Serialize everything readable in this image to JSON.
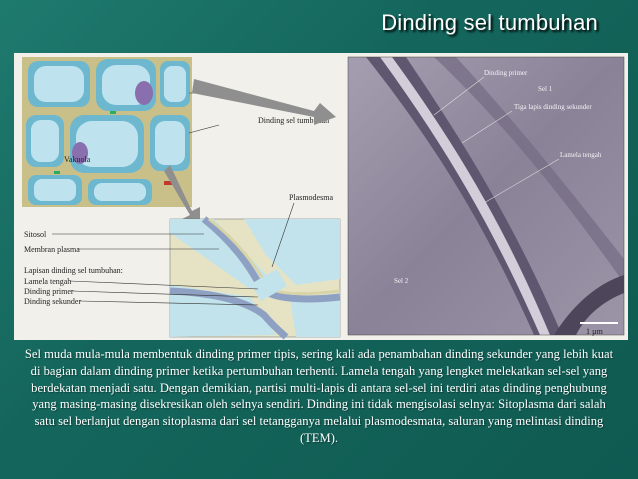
{
  "slide": {
    "title": "Dinding sel tumbuhan"
  },
  "figure": {
    "left_labels": {
      "vakuola": "Vakuola",
      "dinding_sel_tumbuhan": "Dinding sel tumbuhan",
      "plasmodesma": "Plasmodesma",
      "sitosol": "Sitosol",
      "membran_plasma": "Membran plasma",
      "lapisan_header": "Lapisan dinding sel tumbuhan:",
      "lamela_tengah": "Lamela tengah",
      "dinding_primer": "Dinding primer",
      "dinding_sekunder": "Dinding sekunder"
    },
    "micro_labels": {
      "dinding_primer": "Dinding primer",
      "tiga_lapis": "Tiga lapis dinding sekunder",
      "lamela_tengah": "Lamela tengah",
      "sel1": "Sel 1",
      "sel2": "Sel 2",
      "scale": "1 µm"
    }
  },
  "caption": {
    "text": "Sel muda mula-mula membentuk dinding primer tipis, sering kali ada penambahan dinding sekunder yang lebih kuat di bagian dalam dinding primer ketika pertumbuhan terhenti. Lamela tengah yang lengket melekatkan sel-sel yang berdekatan menjadi satu. Dengan demikian, partisi multi-lapis di antara sel-sel ini terdiri atas dinding penghubung yang masing-masing disekresikan oleh selnya sendiri. Dinding ini tidak mengisolasi selnya: Sitoplasma dari salah satu sel berlanjut dengan sitoplasma dari sel tetangganya melalui plasmodesmata, saluran yang melintasi dinding (TEM)."
  },
  "colors": {
    "background": "#14665c",
    "cell_wall": "#c9c089",
    "vacuole": "#bfe3ee",
    "cytoplasm": "#6db8cf",
    "nucleus": "#8a6fae",
    "micrograph": "#8d8496"
  }
}
